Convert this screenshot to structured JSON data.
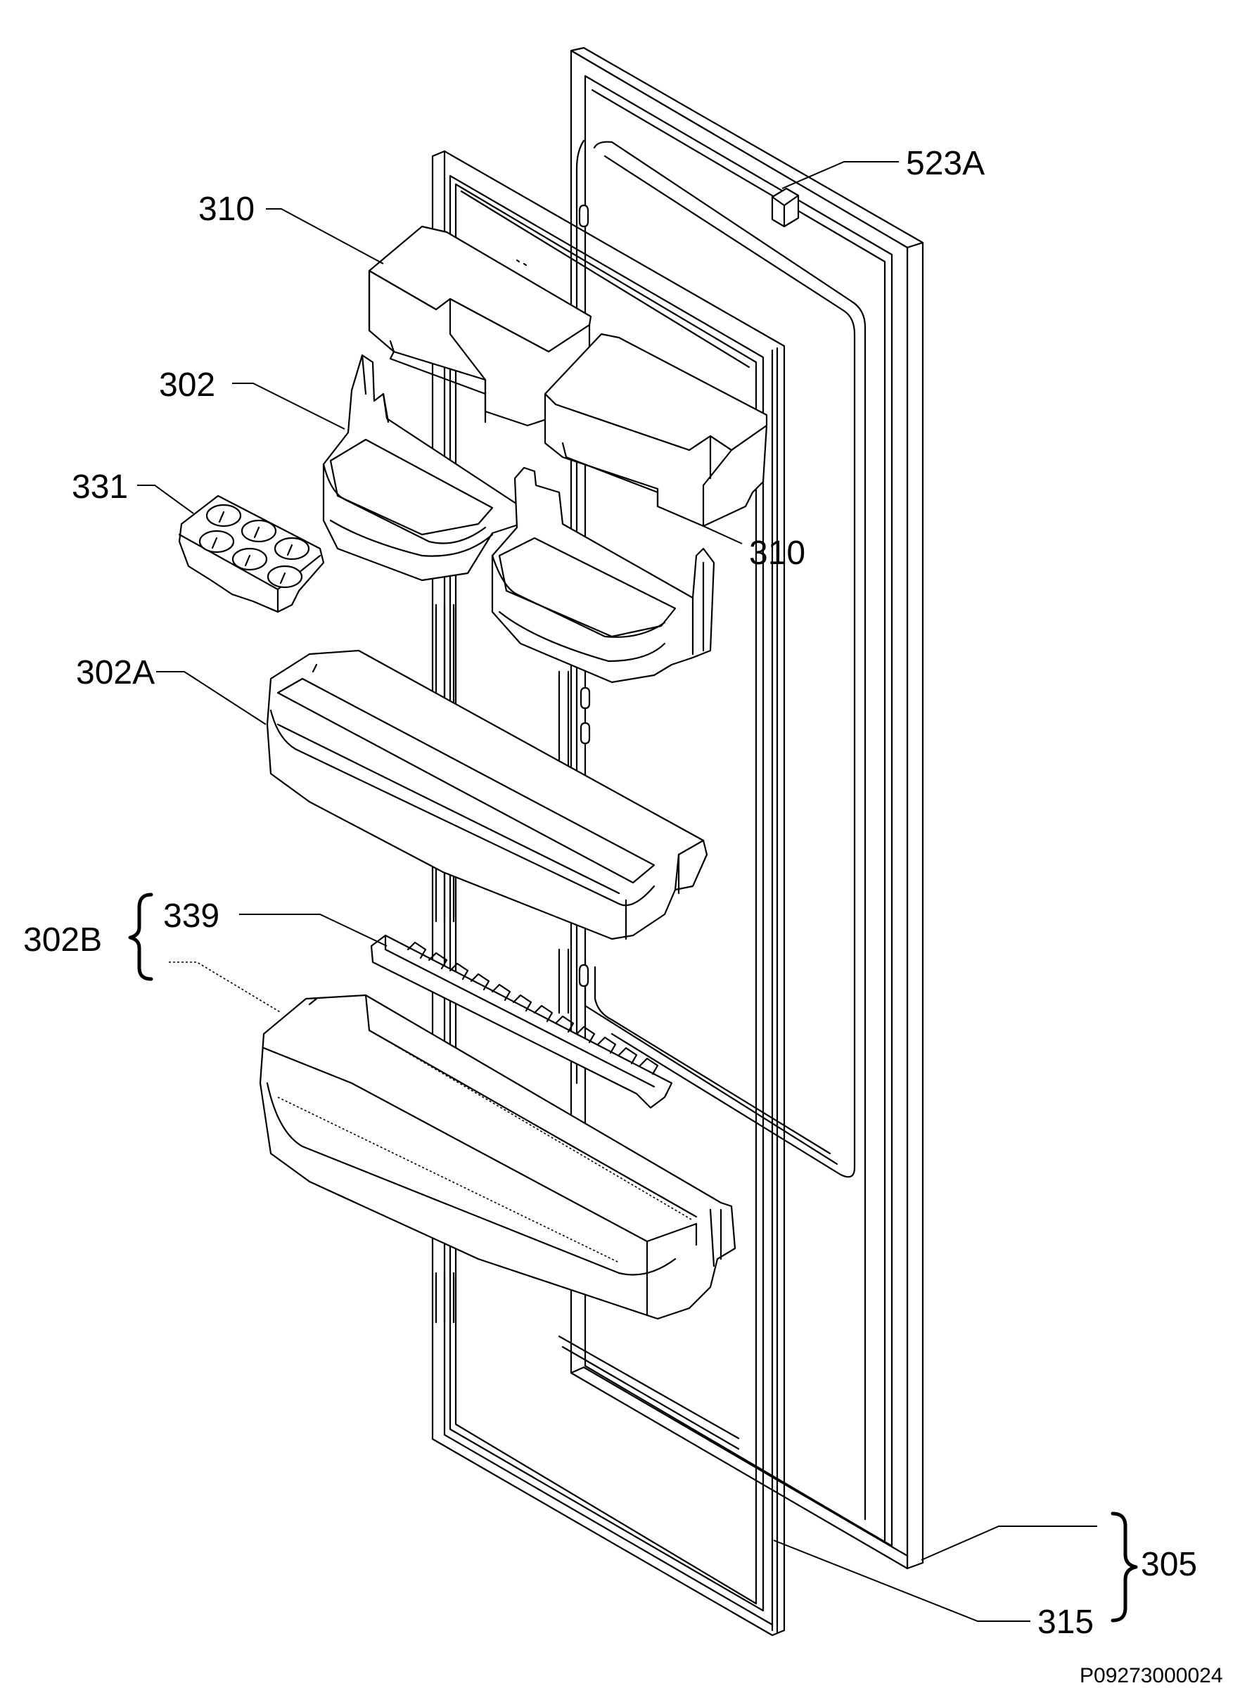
{
  "labels": {
    "l523a": "523A",
    "l310_top": "310",
    "l302": "302",
    "l331": "331",
    "l310_right": "310",
    "l302a": "302A",
    "l339": "339",
    "l302b": "302B",
    "l305": "305",
    "l315": "315"
  },
  "drawing_code": "P09273000024",
  "colors": {
    "ink": "#000000",
    "paper": "#ffffff"
  }
}
